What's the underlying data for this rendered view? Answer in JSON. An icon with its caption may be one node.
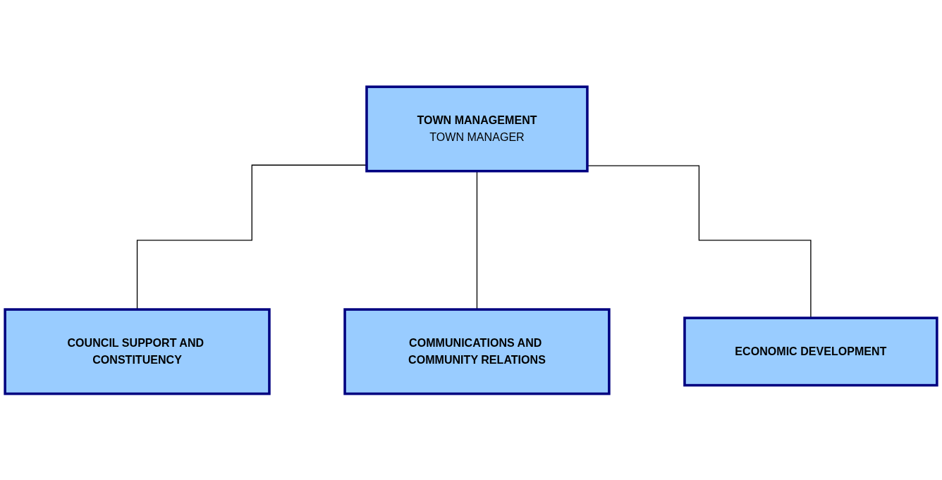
{
  "diagram": {
    "nodes": [
      {
        "text": [
          "TOWN MANAGEMENT",
          "TOWN MANAGER"
        ]
      },
      {
        "text": [
          "COUNCIL SUPPORT AND CONSTITUENCY"
        ]
      },
      {
        "text": [
          "COMMUNICATIONS AND COMMUNITY RELATIONS"
        ]
      },
      {
        "text": [
          "ECONOMIC DEVELOPMENT"
        ]
      }
    ],
    "edges": [
      {
        "from": 0,
        "to": 1,
        "arrow": "none"
      },
      {
        "from": 0,
        "to": 2,
        "arrow": "none"
      },
      {
        "from": 0,
        "to": 3,
        "arrow": "none"
      }
    ]
  }
}
